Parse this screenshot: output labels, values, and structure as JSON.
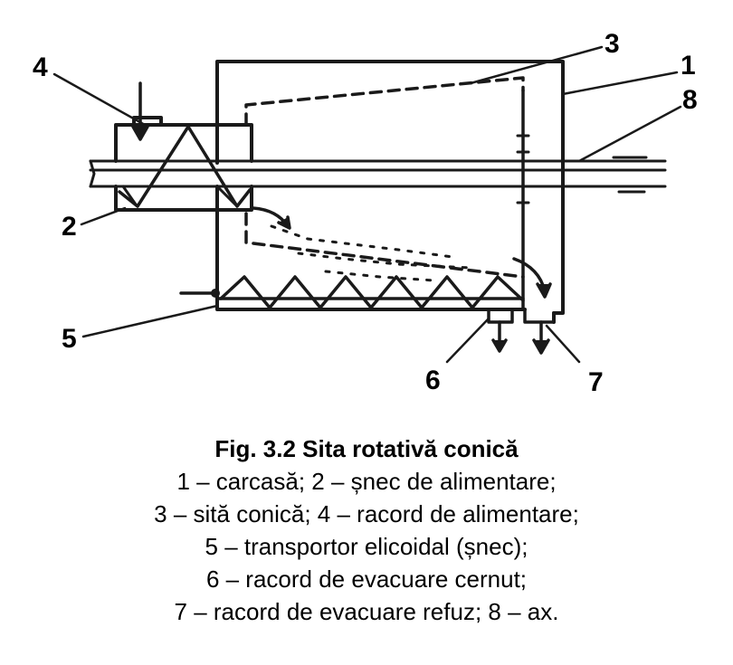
{
  "diagram": {
    "callouts": [
      {
        "id": "1",
        "text": "1"
      },
      {
        "id": "2",
        "text": "2"
      },
      {
        "id": "3",
        "text": "3"
      },
      {
        "id": "4",
        "text": "4"
      },
      {
        "id": "5",
        "text": "5"
      },
      {
        "id": "6",
        "text": "6"
      },
      {
        "id": "7",
        "text": "7"
      },
      {
        "id": "8",
        "text": "8"
      }
    ],
    "stroke_color": "#1a1a1a"
  },
  "caption": {
    "title": "Fig. 3.2 Sita rotativă conică",
    "lines": [
      "1 – carcasă; 2 – șnec de alimentare;",
      "3 – sită conică; 4 – racord de alimentare;",
      "5 – transportor elicoidal (șnec);",
      "6 – racord de evacuare cernut;",
      "7 – racord de evacuare refuz; 8 – ax."
    ]
  }
}
